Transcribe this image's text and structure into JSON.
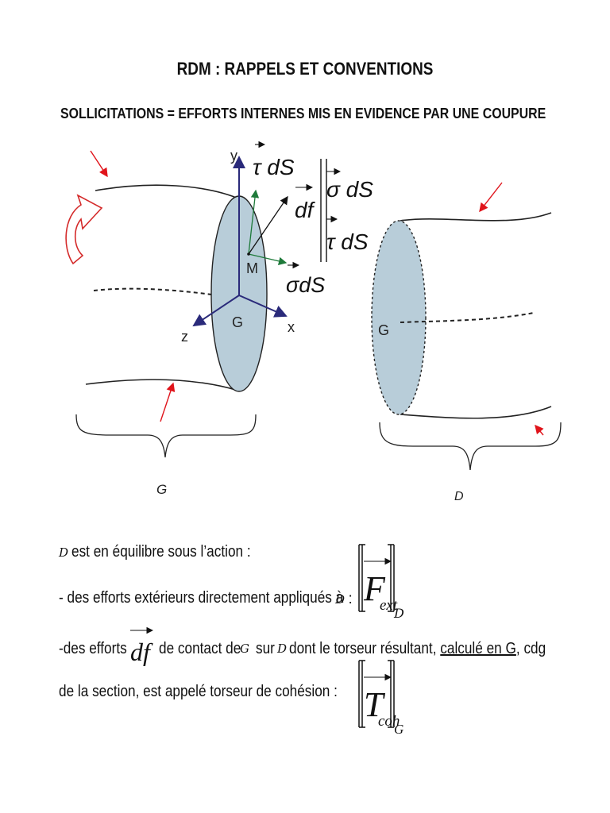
{
  "page": {
    "title": "RDM : RAPPELS ET CONVENTIONS",
    "subtitle": "SOLLICITATIONS = EFFORTS INTERNES MIS EN EVIDENCE PAR UNE COUPURE"
  },
  "diagram": {
    "left_labels": {
      "y": "y",
      "z": "z",
      "x": "x",
      "M": "M",
      "G": "G",
      "part": "G"
    },
    "right_labels": {
      "G": "G",
      "part": "D"
    },
    "vectors": {
      "tau_top": "τ dS",
      "df": "df",
      "sigma_brace": "σ dS",
      "tau_brace": "τ dS",
      "sigma_bottom": "σdS"
    },
    "colors": {
      "section_fill": "#b8cdd9",
      "force_arrow": "#e0141b",
      "axis": "#2a2a7a",
      "tangent_vector": "#1e7a3a",
      "moment_arrow": "#d42a2a"
    }
  },
  "text": {
    "line1": {
      "d": "D",
      "rest": "est en équilibre sous l’action :"
    },
    "line2": {
      "prefix": "- des efforts extérieurs directement appliqués à",
      "d": "D",
      "colon": ":"
    },
    "torsor1": {
      "F": "F",
      "sub": "ext",
      "d": "D"
    },
    "line3": {
      "prefix": "-des efforts",
      "df": "df",
      "middle": "de contact de",
      "g": "G",
      "sur": "sur",
      "d": "D",
      "after": "dont le torseur résultant,",
      "underlined": "calculé en G",
      "end": ", cdg"
    },
    "line4": {
      "text": "de la  section, est appelé torseur de cohésion :"
    },
    "torsor2": {
      "T": "T",
      "sub": "coh",
      "g": "G"
    }
  }
}
